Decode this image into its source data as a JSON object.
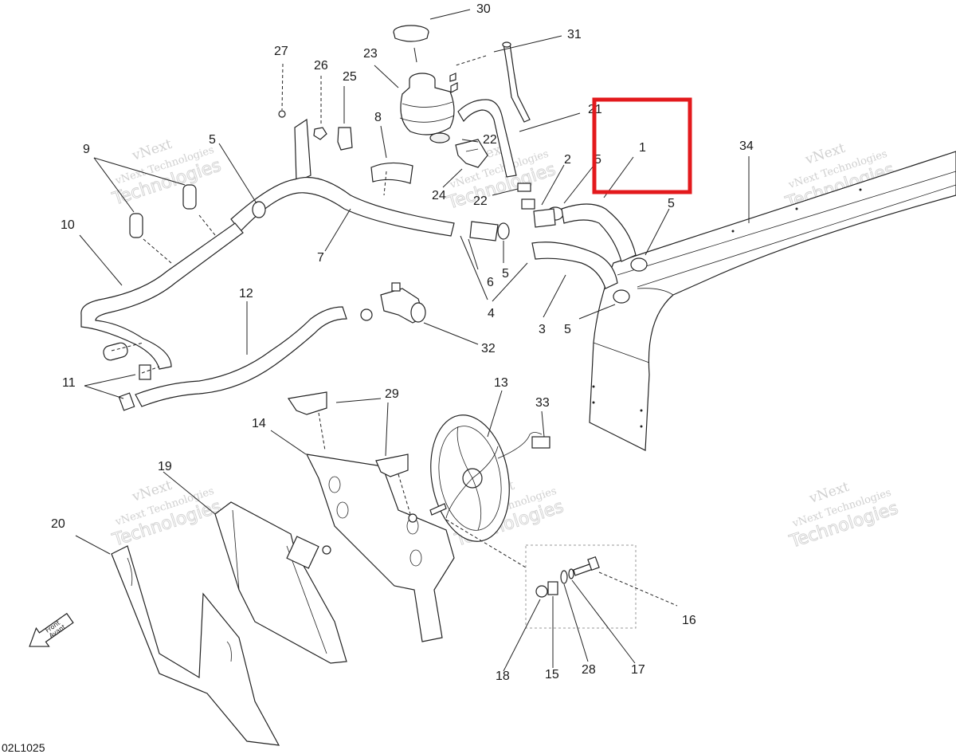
{
  "diagram": {
    "callouts": [
      "30",
      "31",
      "23",
      "27",
      "26",
      "25",
      "8",
      "21",
      "22",
      "1",
      "2",
      "5",
      "34",
      "9",
      "24",
      "22",
      "5",
      "10",
      "5",
      "7",
      "5",
      "6",
      "4",
      "12",
      "3",
      "5",
      "32",
      "11",
      "13",
      "29",
      "33",
      "14",
      "19",
      "20",
      "16",
      "18",
      "15",
      "28",
      "17"
    ],
    "drawing_code": "02L1025",
    "front_label": {
      "line1": "Front",
      "line2": "Avant"
    },
    "watermark": {
      "line1": "vNext",
      "line2": "vNext Technologies",
      "line3": "Technologies"
    },
    "highlight_color": "#e3191c",
    "highlight_target": "1"
  }
}
